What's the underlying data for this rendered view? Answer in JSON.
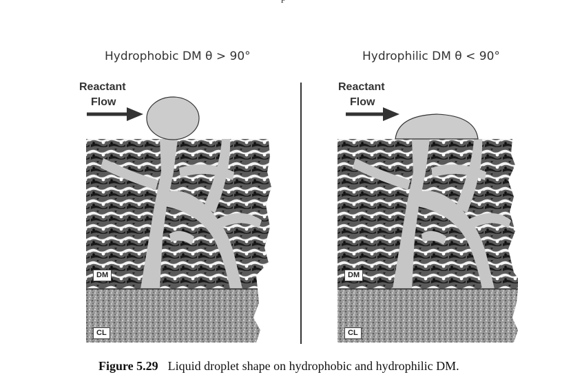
{
  "header_fragment": "p",
  "panels": {
    "left": {
      "title": "Hydrophobic DM  θ > 90°",
      "flow_line1": "Reactant",
      "flow_line2": "Flow",
      "dm_label": "DM",
      "cl_label": "CL"
    },
    "right": {
      "title": "Hydrophilic DM  θ < 90°",
      "flow_line1": "Reactant",
      "flow_line2": "Flow",
      "dm_label": "DM",
      "cl_label": "CL"
    }
  },
  "caption": {
    "number": "Figure 5.29",
    "text": "Liquid droplet shape on hydrophobic and hydrophilic DM."
  },
  "colors": {
    "droplet": "#cccccc",
    "channel": "#c4c4c4",
    "dm_texture_dark": "#1e1e1e",
    "dm_texture_light": "#f0f0f0",
    "cl_texture": "#8d8d8d",
    "arrow": "#333333"
  }
}
